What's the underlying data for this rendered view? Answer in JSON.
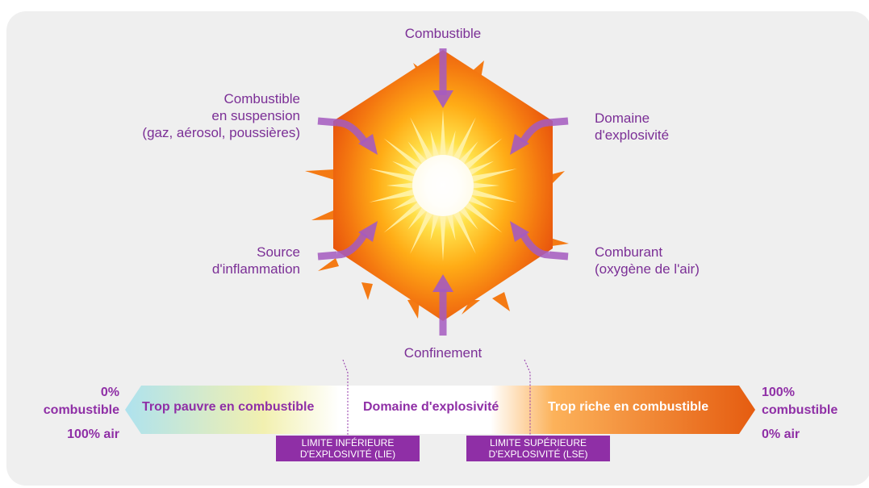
{
  "labels": {
    "top": "Combustible",
    "top_left": [
      "Combustible",
      "en suspension",
      "(gaz, aérosol, poussières)"
    ],
    "top_right": [
      "Domaine",
      "d'explosivité"
    ],
    "bottom_left": [
      "Source",
      "d'inflammation"
    ],
    "bottom_right": [
      "Comburant",
      "(oxygène de l'air)"
    ],
    "bottom": "Confinement"
  },
  "scale": {
    "left_top": "0%",
    "left_mid": "combustible",
    "left_bottom": "100% air",
    "right_top": "100%",
    "right_mid": "combustible",
    "right_bottom": "0% air",
    "segment_poor": "Trop pauvre en combustible",
    "segment_domain": "Domaine d'explosivité",
    "segment_rich": "Trop riche en combustible",
    "lower_limit": [
      "LIMITE INFÉRIEURE",
      "D'EXPLOSIVITÉ (LIE)"
    ],
    "upper_limit": [
      "LIMITE SUPÉRIEURE",
      "D'EXPLOSIVITÉ (LSE)"
    ]
  },
  "colors": {
    "purple": "#8f2fa6",
    "label_purple": "#7b2f96",
    "arrow": "#a55bc0",
    "orange": "#ee6a12"
  }
}
